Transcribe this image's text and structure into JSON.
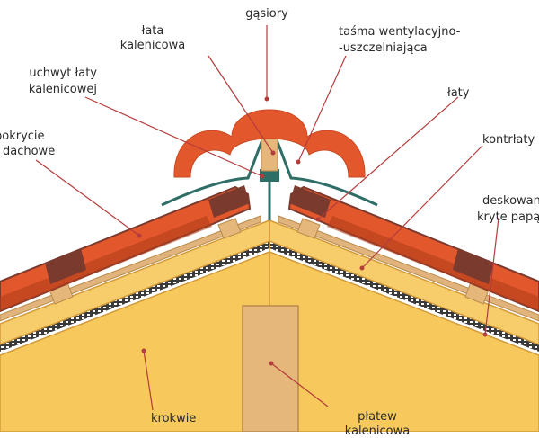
{
  "diagram": {
    "colors": {
      "tile": "#e2572b",
      "tile_dark": "#b33d1a",
      "tile_shadow": "#7a3a2e",
      "wood": "#f7c95c",
      "wood_edge": "#d49a3a",
      "batten": "#e6b77a",
      "flashing": "#2f6e66",
      "leader": "#b33c3c",
      "text": "#2a2a2a"
    },
    "labels": {
      "ridge_tiles": "gąsiory",
      "ridge_batten_1": "łata",
      "ridge_batten_2": "kalenicowa",
      "vent_tape_1": "taśma wentylacyjno-",
      "vent_tape_2": "-uszczelniająca",
      "batten_holder_1": "uchwyt łaty",
      "batten_holder_2": "kalenicowej",
      "battens": "łaty",
      "roof_cover_1": "pokrycie",
      "roof_cover_2": "dachowe",
      "counter_battens": "kontrłaty",
      "sheathing_1": "deskowanie",
      "sheathing_2": "kryte papą",
      "rafters": "krokwie",
      "ridge_purlin_1": "płatew",
      "ridge_purlin_2": "kalenicowa"
    }
  }
}
